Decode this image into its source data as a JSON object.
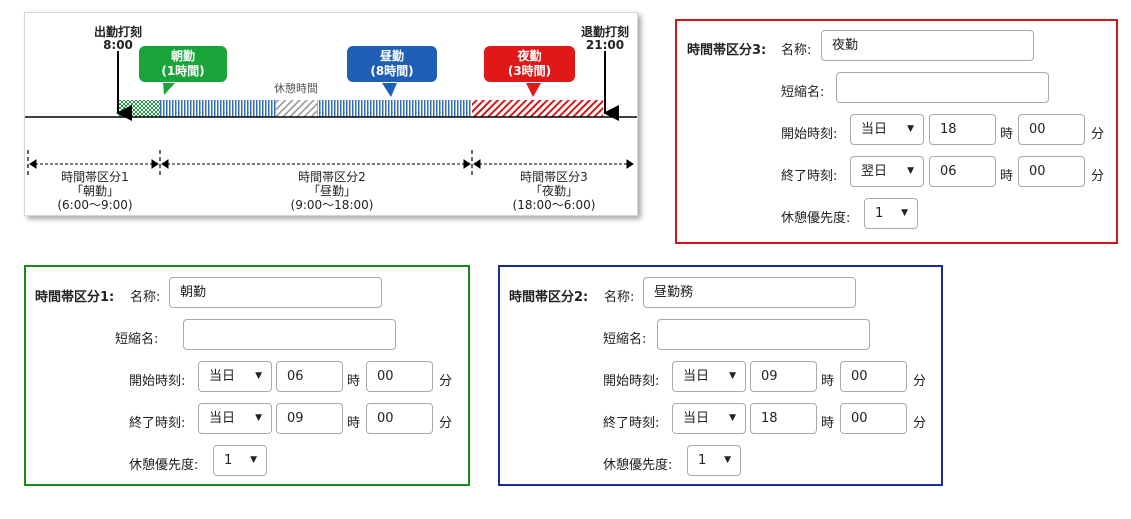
{
  "diagram": {
    "clock_in_label": "出勤打刻",
    "clock_in_time": "8:00",
    "clock_out_label": "退勤打刻",
    "clock_out_time": "21:00",
    "break_label": "休憩時間",
    "callouts": [
      {
        "name": "朝勤",
        "hours": "(1時間)",
        "color": "#1aa53a"
      },
      {
        "name": "昼勤",
        "hours": "(8時間)",
        "color": "#1f5fb5"
      },
      {
        "name": "夜勤",
        "hours": "(3時間)",
        "color": "#e01818"
      }
    ],
    "segments": [
      {
        "title": "時間帯区分1",
        "name": "「朝勤」",
        "range": "(6:00～9:00)"
      },
      {
        "title": "時間帯区分2",
        "name": "「昼勤」",
        "range": "(9:00～18:00)"
      },
      {
        "title": "時間帯区分3",
        "name": "「夜勤」",
        "range": "(18:00～6:00)"
      }
    ]
  },
  "labels": {
    "name": "名称:",
    "short_name": "短縮名:",
    "start_time": "開始時刻:",
    "end_time": "終了時刻:",
    "hour": "時",
    "minute": "分",
    "break_priority": "休憩優先度:"
  },
  "panels": {
    "p1": {
      "title": "時間帯区分1:",
      "name": "朝勤",
      "short_name": "",
      "start_day": "当日",
      "start_hour": "06",
      "start_min": "00",
      "end_day": "当日",
      "end_hour": "09",
      "end_min": "00",
      "priority": "1",
      "border_color": "#1a8c1a"
    },
    "p2": {
      "title": "時間帯区分2:",
      "name": "昼勤務",
      "short_name": "",
      "start_day": "当日",
      "start_hour": "09",
      "start_min": "00",
      "end_day": "当日",
      "end_hour": "18",
      "end_min": "00",
      "priority": "1",
      "border_color": "#1a2d96"
    },
    "p3": {
      "title": "時間帯区分3:",
      "name": "夜勤",
      "short_name": "",
      "start_day": "当日",
      "start_hour": "18",
      "start_min": "00",
      "end_day": "翌日",
      "end_hour": "06",
      "end_min": "00",
      "priority": "1",
      "border_color": "#d2141b"
    }
  },
  "icons": {
    "dropdown": "chevron-down-icon"
  }
}
